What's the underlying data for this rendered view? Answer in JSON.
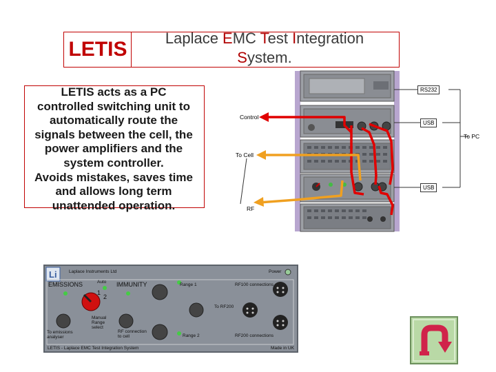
{
  "title": {
    "logo": "LETIS",
    "line1_pre": "Laplace ",
    "line1_E": "E",
    "line1_mid1": "MC ",
    "line1_T": "T",
    "line1_mid2": "est ",
    "line1_I": "I",
    "line1_end": "ntegration",
    "line2_S": "S",
    "line2_end": "ystem."
  },
  "description": {
    "lines": [
      "LETIS acts as a PC",
      "controlled switching unit to",
      "automatically route the",
      "signals between the cell, the",
      "power amplifiers and the",
      "system controller.",
      "Avoids mistakes, saves time",
      "and allows long term",
      "unattended operation."
    ]
  },
  "diagram": {
    "labels": {
      "control": "Control",
      "to_cell": "To Cell",
      "rf": "RF",
      "rs232": "RS232",
      "usb_top": "USB",
      "to_pc": "To PC",
      "usb_bottom": "USB"
    }
  },
  "front_panel": {
    "company": "Laplace Instruments Ltd",
    "power": "Power",
    "emissions": "EMISSIONS",
    "immunity": "IMMUNITY",
    "auto": "Auto",
    "range_num_1": "1",
    "range_num_2": "2",
    "range1": "Range 1",
    "range2": "Range 2",
    "rf100": "RF100 connections",
    "rf200": "RF200 connections",
    "to_rf200": "To RF200",
    "manual_range": [
      "Manual",
      "Range",
      "select"
    ],
    "to_analyser": [
      "To emissions",
      "analyser"
    ],
    "rf_to_cell": [
      "RF connection",
      "to cell"
    ],
    "footer_left": "LETIS - Laplace EMC Test Integration System",
    "footer_right": "Made in UK"
  },
  "colors": {
    "accent_red": "#e00000",
    "border_red": "#c00000",
    "arrow_orange": "#f0a020",
    "rack_grey": "#8d8f95",
    "rack_purple": "#b8a6cf",
    "uturn_green": "#b9d9a6",
    "uturn_red": "#d0234a"
  },
  "icons": [
    "logo-li-icon",
    "u-turn-return-icon"
  ]
}
